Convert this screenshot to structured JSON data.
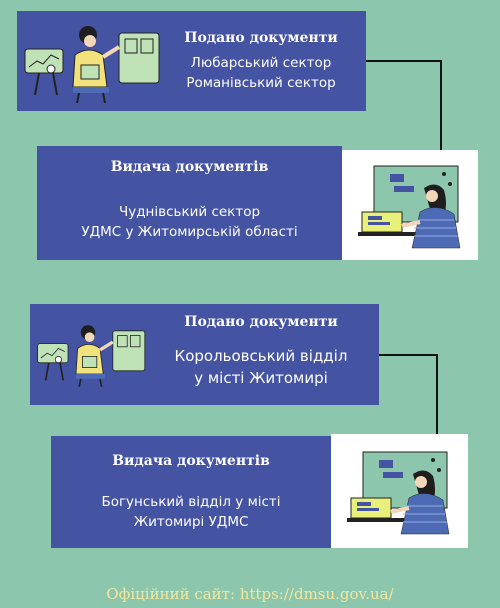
{
  "blocks": [
    {
      "title": "Подано документи",
      "lines": [
        "Любарський сектор",
        "Романівський сектор"
      ]
    },
    {
      "title": "Видача документів",
      "lines": [
        "Чуднівський сектор",
        "УДМС у Житомирській області"
      ]
    },
    {
      "title": "Подано документи",
      "lines": [
        "Корольовський відділ",
        "у місті Житомирі"
      ]
    },
    {
      "title": "Видача документів",
      "lines": [
        "Богунський відділ у місті",
        "Житомирі УДМС"
      ]
    }
  ],
  "footer": "Офіційний сайт: https://dmsu.gov.ua/",
  "icons": [
    "teacher-illustration",
    "laptop-worker-illustration"
  ],
  "colors": {
    "background": "#8cc6ac",
    "box": "#4553a3",
    "text": "#ffffff",
    "footer": "#f1e7a0"
  }
}
